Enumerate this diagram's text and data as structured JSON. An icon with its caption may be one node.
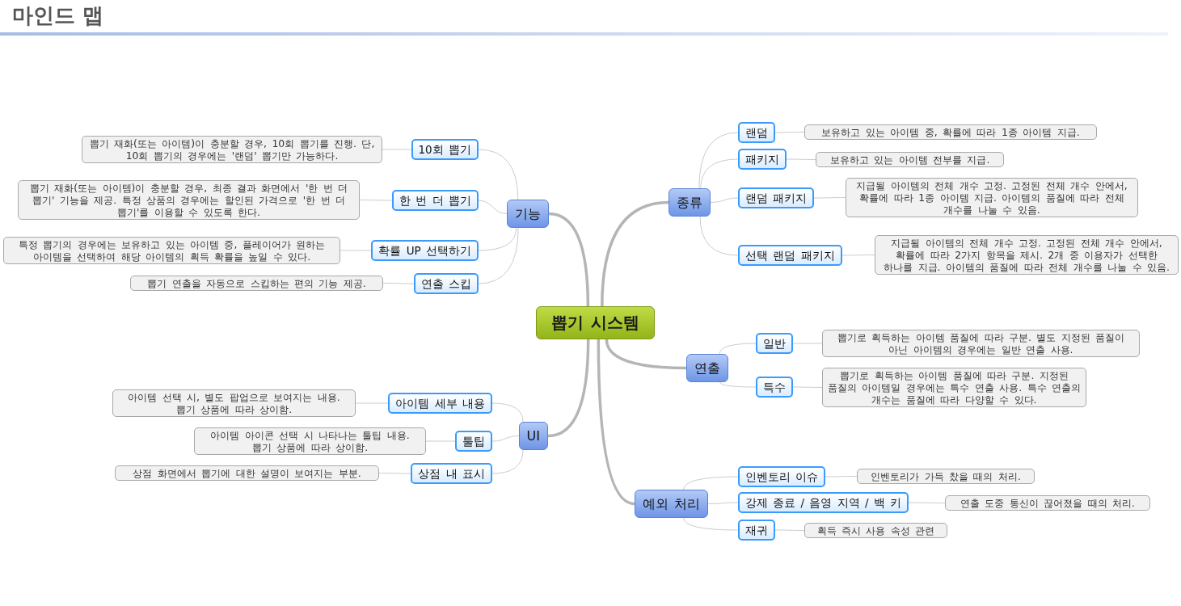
{
  "diagram": {
    "title": "마인드 맵",
    "nodes": [
      {
        "text": [
          "뽑기 시스템"
        ]
      },
      {
        "text": [
          "기능"
        ]
      },
      {
        "text": [
          "10회 뽑기"
        ]
      },
      {
        "text": [
          "뽑기 재화(또는 아이템)이 충분할 경우, 10회 뽑기를 진행. 단, 10회 뽑기의 경우에는 '랜덤' 뽑기만 가능하다."
        ]
      },
      {
        "text": [
          "한 번 더 뽑기"
        ]
      },
      {
        "text": [
          "뽑기 재화(또는 아이템)이 충분할 경우, 최종 결과 화면에서 '한 번 더 뽑기' 기능을 제공. 특정 상품의 경우에는 할인된 가격으로 '한 번 더 뽑기'를 이용할 수 있도록 한다."
        ]
      },
      {
        "text": [
          "확률 UP 선택하기"
        ]
      },
      {
        "text": [
          "특정 뽑기의 경우에는 보유하고 있는 아이템 중, 플레이어가 원하는 아이템을 선택하여 해당 아이템의 획득 확률을 높일 수 있다."
        ]
      },
      {
        "text": [
          "연출 스킵"
        ]
      },
      {
        "text": [
          "뽑기 연출을 자동으로 스킵하는 편의 기능 제공."
        ]
      },
      {
        "text": [
          "UI"
        ]
      },
      {
        "text": [
          "아이템 세부 내용"
        ]
      },
      {
        "text": [
          "아이템 선택 시, 별도 팝업으로 보여지는 내용. 뽑기 상품에 따라 상이함."
        ]
      },
      {
        "text": [
          "툴팁"
        ]
      },
      {
        "text": [
          "아이템 아이콘 선택 시 나타나는 툴팁 내용. 뽑기 상품에 따라 상이함."
        ]
      },
      {
        "text": [
          "상점 내 표시"
        ]
      },
      {
        "text": [
          "상점 화면에서 뽑기에 대한 설명이 보여지는 부분."
        ]
      },
      {
        "text": [
          "종류"
        ]
      },
      {
        "text": [
          "랜덤"
        ]
      },
      {
        "text": [
          "보유하고 있는 아이템 중, 확률에 따라 1종 아이템 지급."
        ]
      },
      {
        "text": [
          "패키지"
        ]
      },
      {
        "text": [
          "보유하고 있는 아이템 전부를 지급."
        ]
      },
      {
        "text": [
          "랜덤 패키지"
        ]
      },
      {
        "text": [
          "지급될 아이템의 전체 개수 고정. 고정된 전체 개수 안에서, 확률에 따라 1종 아이템 지급. 아이템의 품질에 따라 전체 개수를 나눌 수 있음."
        ]
      },
      {
        "text": [
          "선택 랜덤 패키지"
        ]
      },
      {
        "text": [
          "지급될 아이템의 전체 개수 고정. 고정된 전체 개수 안에서, 확률에 따라 2가지 항목을 제시. 2개 중 이용자가 선택한 하나를 지급. 아이템의 품질에 따라 전체 개수를 나눌 수 있음."
        ]
      },
      {
        "text": [
          "연출"
        ]
      },
      {
        "text": [
          "일반"
        ]
      },
      {
        "text": [
          "뽑기로 획득하는 아이템 품질에 따라 구분. 별도 지정된 품질이 아닌 아이템의 경우에는 일반 연출 사용."
        ]
      },
      {
        "text": [
          "특수"
        ]
      },
      {
        "text": [
          "뽑기로 획득하는 아이템 품질에 따라 구분. 지정된 품질의 아이템일 경우에는 특수 연출 사용. 특수 연출의 개수는 품질에 따라 다양할 수 있다."
        ]
      },
      {
        "text": [
          "예외 처리"
        ]
      },
      {
        "text": [
          "인벤토리 이슈"
        ]
      },
      {
        "text": [
          "인벤토리가 가득 찼을 때의 처리."
        ]
      },
      {
        "text": [
          "강제 종료 / 음영 지역 / 백 키"
        ]
      },
      {
        "text": [
          "연출 도중 통신이 끊어졌을 때의 처리."
        ]
      },
      {
        "text": [
          "재귀"
        ]
      },
      {
        "text": [
          "획득 즉시 사용 속성 관련"
        ]
      }
    ],
    "edges": [
      {
        "from": 0,
        "to": 1,
        "arrow": "none",
        "style": "thick"
      },
      {
        "from": 1,
        "to": 2,
        "arrow": "none"
      },
      {
        "from": 2,
        "to": 3,
        "arrow": "none"
      },
      {
        "from": 1,
        "to": 4,
        "arrow": "none"
      },
      {
        "from": 4,
        "to": 5,
        "arrow": "none"
      },
      {
        "from": 1,
        "to": 6,
        "arrow": "none"
      },
      {
        "from": 6,
        "to": 7,
        "arrow": "none"
      },
      {
        "from": 1,
        "to": 8,
        "arrow": "none"
      },
      {
        "from": 8,
        "to": 9,
        "arrow": "none"
      },
      {
        "from": 0,
        "to": 10,
        "arrow": "none",
        "style": "thick"
      },
      {
        "from": 10,
        "to": 11,
        "arrow": "none"
      },
      {
        "from": 11,
        "to": 12,
        "arrow": "none"
      },
      {
        "from": 10,
        "to": 13,
        "arrow": "none"
      },
      {
        "from": 13,
        "to": 14,
        "arrow": "none"
      },
      {
        "from": 10,
        "to": 15,
        "arrow": "none"
      },
      {
        "from": 15,
        "to": 16,
        "arrow": "none"
      },
      {
        "from": 0,
        "to": 17,
        "arrow": "none",
        "style": "thick"
      },
      {
        "from": 17,
        "to": 18,
        "arrow": "none"
      },
      {
        "from": 18,
        "to": 19,
        "arrow": "none"
      },
      {
        "from": 17,
        "to": 20,
        "arrow": "none"
      },
      {
        "from": 20,
        "to": 21,
        "arrow": "none"
      },
      {
        "from": 17,
        "to": 22,
        "arrow": "none"
      },
      {
        "from": 22,
        "to": 23,
        "arrow": "none"
      },
      {
        "from": 17,
        "to": 24,
        "arrow": "none"
      },
      {
        "from": 24,
        "to": 25,
        "arrow": "none"
      },
      {
        "from": 0,
        "to": 26,
        "arrow": "none",
        "style": "thick"
      },
      {
        "from": 26,
        "to": 27,
        "arrow": "none"
      },
      {
        "from": 27,
        "to": 28,
        "arrow": "none"
      },
      {
        "from": 26,
        "to": 29,
        "arrow": "none"
      },
      {
        "from": 29,
        "to": 30,
        "arrow": "none"
      },
      {
        "from": 0,
        "to": 31,
        "arrow": "none",
        "style": "thick"
      },
      {
        "from": 31,
        "to": 32,
        "arrow": "none"
      },
      {
        "from": 32,
        "to": 33,
        "arrow": "none"
      },
      {
        "from": 31,
        "to": 34,
        "arrow": "none"
      },
      {
        "from": 34,
        "to": 35,
        "arrow": "none"
      },
      {
        "from": 31,
        "to": 36,
        "arrow": "none"
      },
      {
        "from": 36,
        "to": 37,
        "arrow": "none"
      }
    ]
  }
}
